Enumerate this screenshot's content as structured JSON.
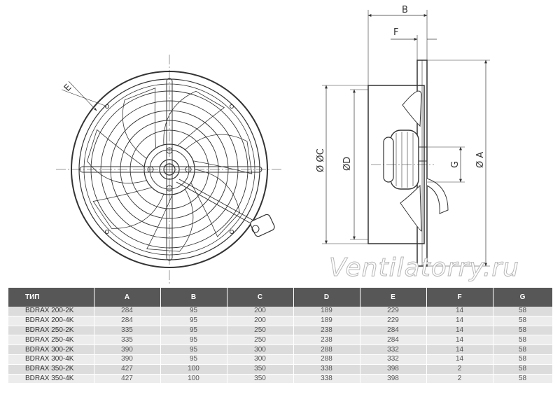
{
  "drawing": {
    "dimension_labels": {
      "a": "Ø A",
      "b": "B",
      "c": "Ø ØC",
      "d": "ØD",
      "e": "E",
      "f": "F",
      "g": "G"
    },
    "watermark": "Ventilatorry.ru"
  },
  "table": {
    "headers": [
      "ТИП",
      "A",
      "B",
      "C",
      "D",
      "E",
      "F",
      "G"
    ],
    "rows": [
      [
        "BDRAX 200-2K",
        "284",
        "95",
        "200",
        "189",
        "229",
        "14",
        "58"
      ],
      [
        "BDRAX 200-4K",
        "284",
        "95",
        "200",
        "189",
        "229",
        "14",
        "58"
      ],
      [
        "BDRAX 250-2K",
        "335",
        "95",
        "250",
        "238",
        "284",
        "14",
        "58"
      ],
      [
        "BDRAX 250-4K",
        "335",
        "95",
        "250",
        "238",
        "284",
        "14",
        "58"
      ],
      [
        "BDRAX 300-2K",
        "390",
        "95",
        "300",
        "288",
        "332",
        "14",
        "58"
      ],
      [
        "BDRAX 300-4K",
        "390",
        "95",
        "300",
        "288",
        "332",
        "14",
        "58"
      ],
      [
        "BDRAX 350-2K",
        "427",
        "100",
        "350",
        "338",
        "398",
        "2",
        "58"
      ],
      [
        "BDRAX 350-4K",
        "427",
        "100",
        "350",
        "338",
        "398",
        "2",
        "58"
      ]
    ]
  }
}
